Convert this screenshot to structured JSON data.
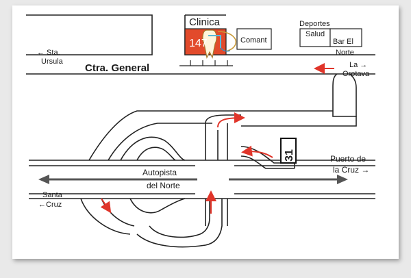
{
  "colors": {
    "background": "#ffffff",
    "road": "#333333",
    "clinic_box": "#e24a2b",
    "arrow_red": "#e0352a"
  },
  "clinic": {
    "title": "Clinica",
    "number": "147",
    "logo": "tooth-logo"
  },
  "buildings": {
    "comant": "Comant",
    "salud": "Salud",
    "bar_el_norte": [
      "Bar El",
      "Norte"
    ],
    "deportes": "Deportes"
  },
  "roads": {
    "ctra_general": "Ctra. General",
    "autopista": [
      "Autopista",
      "del Norte"
    ],
    "exit_number": "31"
  },
  "directions": {
    "sta_ursula": [
      "← Sta.",
      "Ursula"
    ],
    "la_orotava": [
      "La →",
      "Orotava"
    ],
    "puerto_de_la_cruz": [
      "Puerto de",
      "la Cruz →"
    ],
    "santa_cruz": [
      "Santa",
      "←Cruz"
    ]
  }
}
